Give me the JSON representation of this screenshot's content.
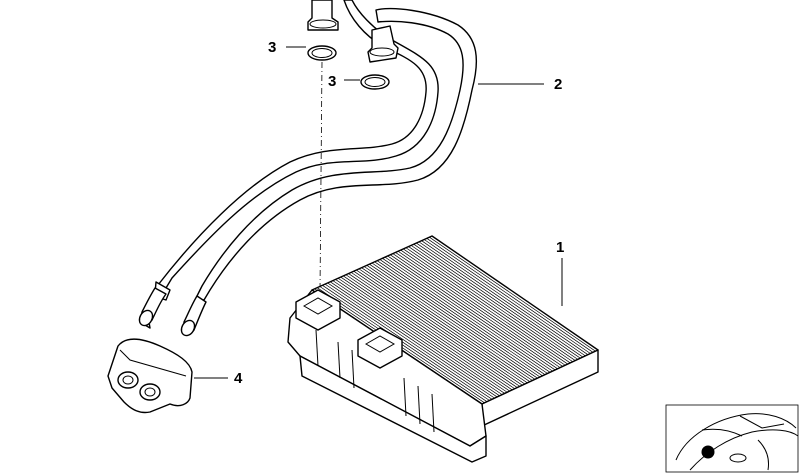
{
  "diagram": {
    "callouts": [
      {
        "id": "c1",
        "label": "1"
      },
      {
        "id": "c2",
        "label": "2"
      },
      {
        "id": "c3a",
        "label": "3"
      },
      {
        "id": "c3b",
        "label": "3"
      },
      {
        "id": "c4",
        "label": "4"
      }
    ],
    "parts": [
      {
        "number": "1",
        "name": "heater-core"
      },
      {
        "number": "2",
        "name": "coolant-pipe-set"
      },
      {
        "number": "3",
        "name": "o-ring"
      },
      {
        "number": "4",
        "name": "pipe-holder"
      }
    ],
    "inset": {
      "icon": "car-location-icon"
    }
  }
}
